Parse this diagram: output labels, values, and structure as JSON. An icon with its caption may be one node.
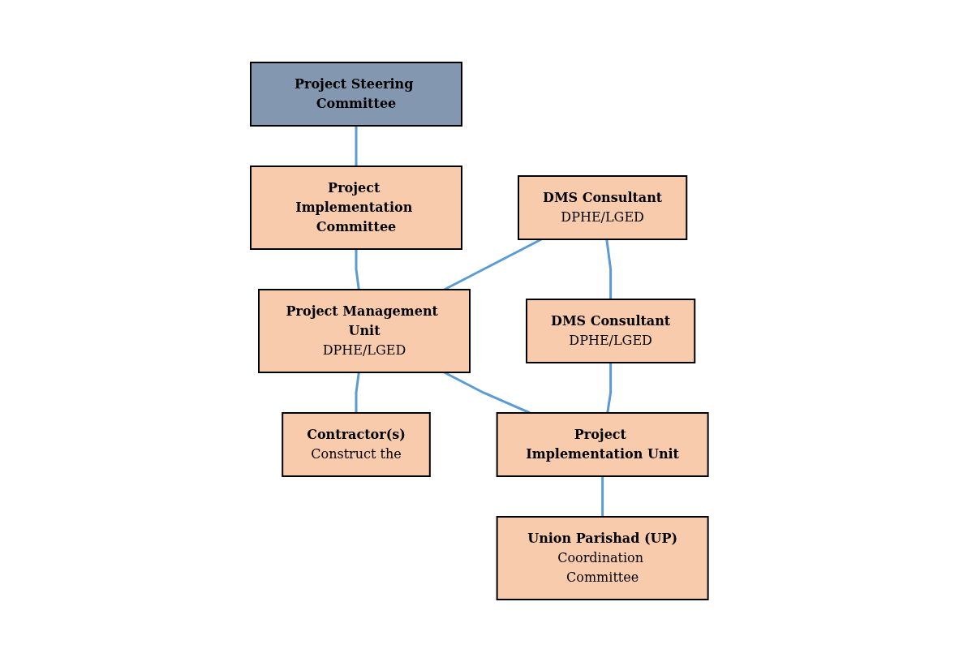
{
  "diagram": {
    "nodes": [
      {
        "text": [
          "Project Steering Committee"
        ]
      },
      {
        "text": [
          "Project Implementation Committee"
        ]
      },
      {
        "text": [
          "DMS Consultant",
          "DPHE/LGED"
        ]
      },
      {
        "text": [
          "Project Management Unit",
          "DPHE/LGED"
        ]
      },
      {
        "text": [
          "Contractor(s)",
          "Construct the"
        ]
      },
      {
        "text": [
          "DMS Consultant",
          "DPHE/LGED"
        ]
      },
      {
        "text": [
          "Project Implementation Unit"
        ]
      },
      {
        "text": [
          "Union Parishad (UP)",
          "Coordination Committee"
        ]
      }
    ],
    "edges": [
      {
        "from": 0,
        "to": 1,
        "arrow": "none"
      },
      {
        "from": 1,
        "to": 3,
        "arrow": "none"
      },
      {
        "from": 2,
        "to": 3,
        "arrow": "none"
      },
      {
        "from": 3,
        "to": 4,
        "arrow": "none"
      },
      {
        "from": 2,
        "to": 5,
        "arrow": "none"
      },
      {
        "from": 3,
        "to": 6,
        "arrow": "none"
      },
      {
        "from": 5,
        "to": 6,
        "arrow": "none"
      },
      {
        "from": 6,
        "to": 7,
        "arrow": "none"
      }
    ]
  }
}
